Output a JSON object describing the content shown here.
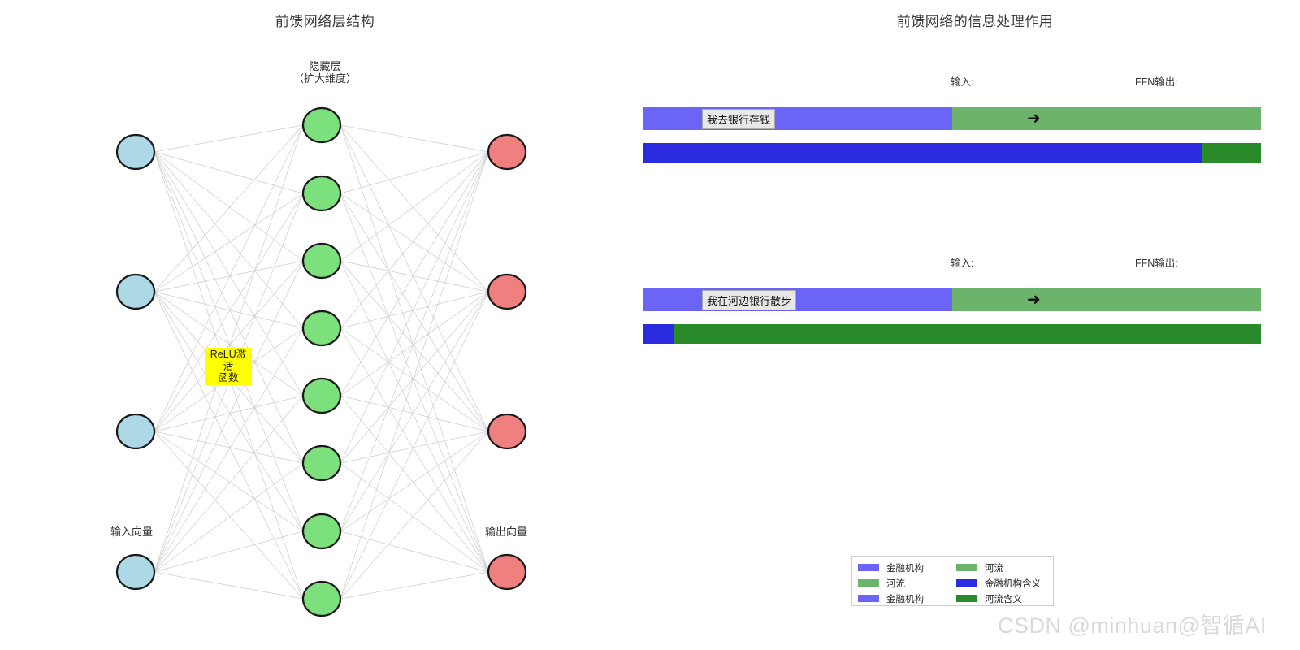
{
  "left_panel": {
    "title": "前馈网络层结构",
    "hidden_layer_label_line1": "隐藏层",
    "hidden_layer_label_line2": "（扩大维度）",
    "input_vector_label": "输入向量",
    "output_vector_label": "输出向量",
    "relu_label_line1": "ReLU激活",
    "relu_label_line2": "函数",
    "colors": {
      "input_node": "#ADD8E6",
      "hidden_node": "#7CE07C",
      "output_node": "#F08080",
      "node_stroke": "#1a1a1a",
      "edge": "#cccccc",
      "relu_highlight": "#ffff00"
    },
    "counts": {
      "input_nodes": 4,
      "hidden_nodes": 8,
      "output_nodes": 4
    }
  },
  "right_panel": {
    "title": "前馈网络的信息处理作用",
    "input_header": "输入:",
    "output_header": "FFN输出:",
    "arrow_glyph": "➜",
    "examples": [
      {
        "sentence": "我去银行存钱",
        "input_bar_color": "#6c63f7",
        "output_bar_color": "#6cb46c",
        "meaning_bar": {
          "primary_label": "金融机构含义",
          "primary_color": "#2b2be0",
          "primary_ratio": 0.91,
          "secondary_label": "河流含义",
          "secondary_color": "#2a8b2a",
          "secondary_ratio": 0.09
        }
      },
      {
        "sentence": "我在河边银行散步",
        "input_bar_color": "#6c63f7",
        "output_bar_color": "#6cb46c",
        "meaning_bar": {
          "primary_label": "金融机构含义",
          "primary_color": "#2b2be0",
          "primary_ratio": 0.05,
          "secondary_label": "河流含义",
          "secondary_color": "#2a8b2a",
          "secondary_ratio": 0.95
        }
      }
    ],
    "legend": {
      "column_1": [
        {
          "label": "金融机构",
          "color": "#6c63f7"
        },
        {
          "label": "河流",
          "color": "#6cb46c"
        },
        {
          "label": "金融机构",
          "color": "#6c63f7"
        }
      ],
      "column_2": [
        {
          "label": "河流",
          "color": "#6cb46c"
        },
        {
          "label": "金融机构含义",
          "color": "#2b2be0"
        },
        {
          "label": "河流含义",
          "color": "#2a8b2a"
        }
      ]
    }
  },
  "watermark": "CSDN @minhuan@智循AI"
}
